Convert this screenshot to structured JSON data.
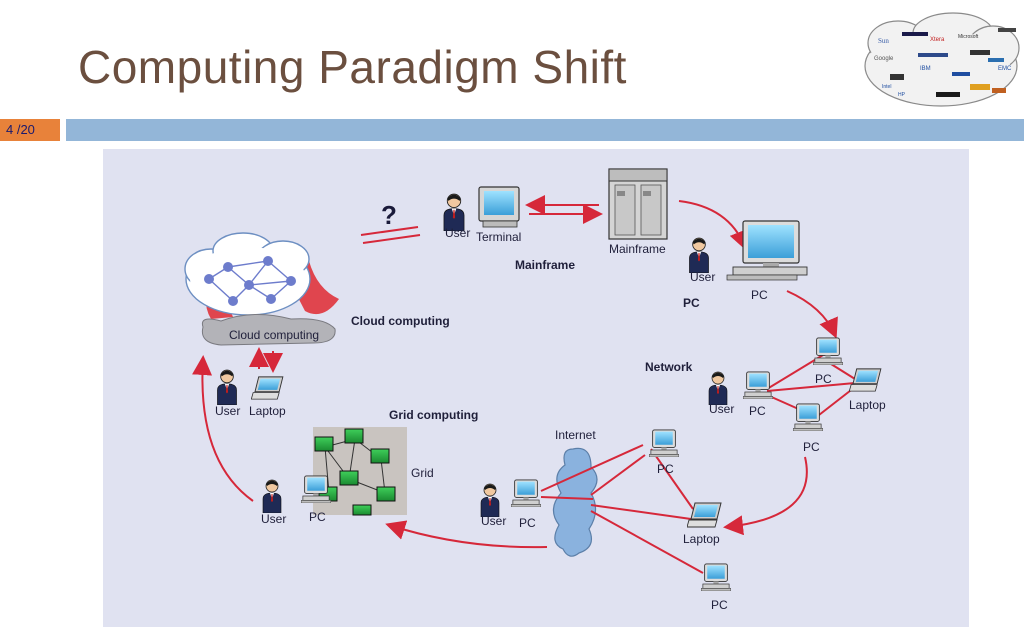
{
  "slide": {
    "title": "Computing Paradigm Shift",
    "page_number": "4 /20"
  },
  "diagram": {
    "question_mark": "?",
    "labels": {
      "user_terminal_user": "User",
      "terminal": "Terminal",
      "mainframe": "Mainframe",
      "mainframe_section": "Mainframe",
      "pc_user": "User",
      "pc_device": "PC",
      "pc_section": "PC",
      "cloud_center": "Cloud computing",
      "cloud_section": "Cloud computing",
      "cloud_user": "User",
      "cloud_laptop": "Laptop",
      "network_section": "Network",
      "network_user": "User",
      "network_pc_main": "PC",
      "network_pc_top": "PC",
      "network_laptop": "Laptop",
      "network_pc_bottom": "PC",
      "grid_section": "Grid computing",
      "grid": "Grid",
      "grid_user": "User",
      "grid_pc": "PC",
      "internet": "Internet",
      "internet_user": "User",
      "internet_pc_main": "PC",
      "internet_pc_top": "PC",
      "internet_laptop": "Laptop",
      "internet_pc_bottom": "PC"
    }
  },
  "colors": {
    "title": "#6b4f3f",
    "page_badge": "#e8823a",
    "title_bar": "#93b6d8",
    "diagram_bg": "#e0e2f1",
    "arrow": "#d6283a"
  },
  "logo_cloud": {
    "logos": [
      "Sun",
      "Google",
      "IBM",
      "Microsoft",
      "EMC",
      "Xtera",
      "Intel",
      "HP"
    ]
  }
}
